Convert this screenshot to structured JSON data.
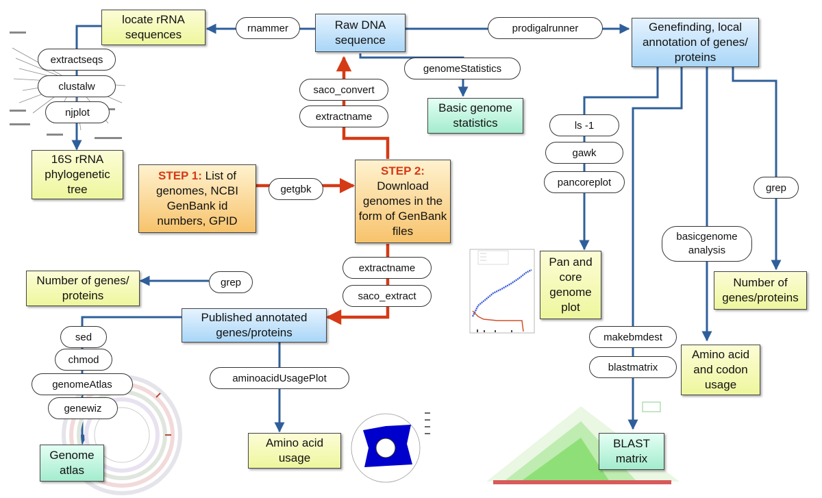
{
  "nodes": {
    "raw_dna": "Raw DNA sequence",
    "locate_rrna": "locate rRNA sequences",
    "phylo_tree": "16S rRNA phylogenetic tree",
    "step1_label": "STEP 1:",
    "step1_text": "List of genomes, NCBI GenBank id numbers, GPID",
    "step2_label": "STEP 2:",
    "step2_text": "Download genomes in the form of GenBank files",
    "basic_stats": "Basic genome statistics",
    "genefinding": "Genefinding, local annotation of genes/ proteins",
    "published": "Published annotated genes/proteins",
    "num_genes_left": "Number of genes/ proteins",
    "genome_atlas": "Genome atlas",
    "aa_usage": "Amino acid usage",
    "pan_core": "Pan and core genome plot",
    "num_genes_right": "Number of genes/proteins",
    "aa_codon": "Amino acid and codon usage",
    "blast_matrix": "BLAST matrix"
  },
  "tools": {
    "rnammer": "rnammer",
    "prodigalrunner": "prodigalrunner",
    "genomeStatistics": "genomeStatistics",
    "saco_convert": "saco_convert",
    "extractname_top": "extractname",
    "getgbk": "getgbk",
    "extractseqs": "extractseqs",
    "clustalw": "clustalw",
    "njplot": "njplot",
    "extractname_bottom": "extractname",
    "saco_extract": "saco_extract",
    "grep_left": "grep",
    "sed": "sed",
    "chmod": "chmod",
    "genomeAtlas": "genomeAtlas",
    "genewiz": "genewiz",
    "aminoacidUsagePlot": "aminoacidUsagePlot",
    "ls": "ls -1",
    "gawk": "gawk",
    "pancoreplot": "pancoreplot",
    "grep_right": "grep",
    "basicgenome": "basicgenome analysis",
    "makebmdest": "makebmdest",
    "blastmatrix": "blastmatrix"
  },
  "colors": {
    "flow_blue": "#2f5f9a",
    "flow_red": "#d43a16",
    "box_blue": "#a9d6f7",
    "box_yellow": "#eef69d",
    "box_green": "#a3ecce",
    "box_orange": "#f7c36c"
  }
}
